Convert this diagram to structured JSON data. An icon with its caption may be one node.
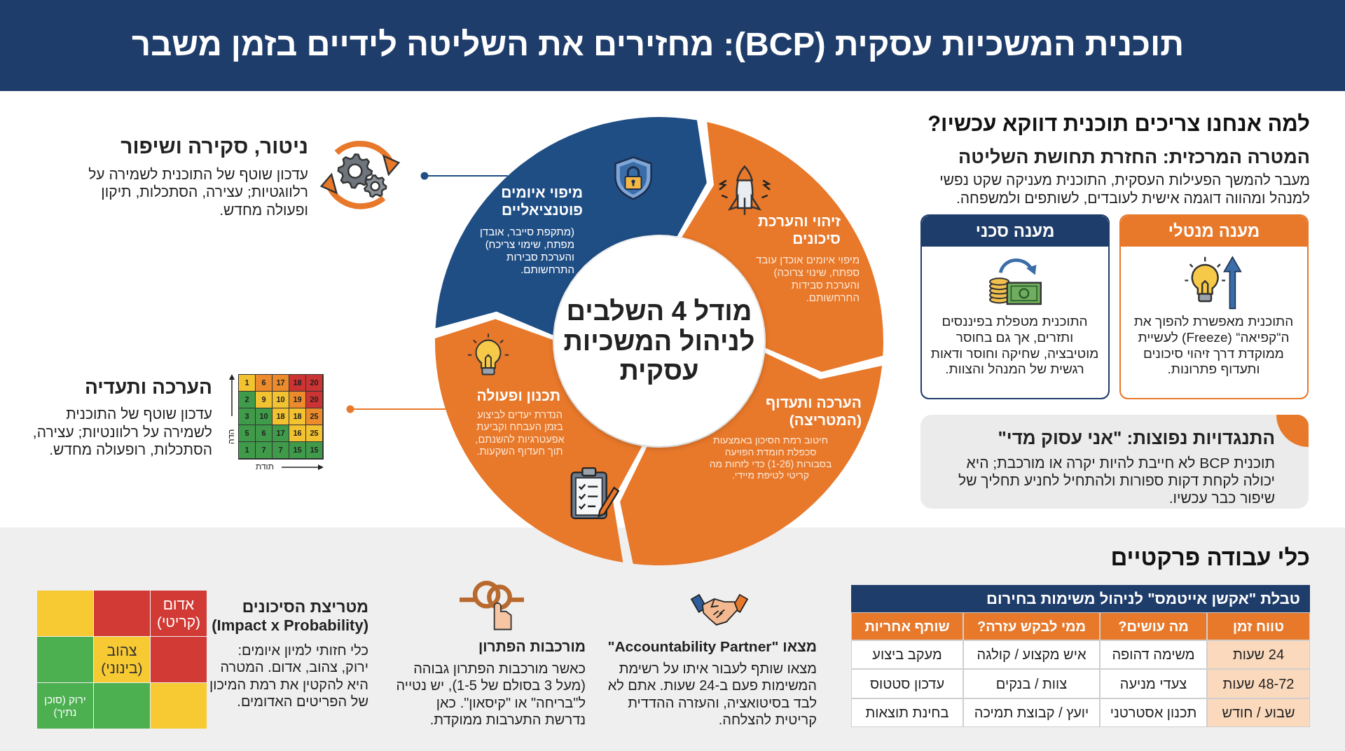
{
  "diagram": {
    "title": "תוכנית המשכיות עסקית (BCP): מחזירים את השליטה לידיים בזמן משבר",
    "nodes": [
      {
        "text": [
          "מיפוי איומים פוטנציאליים",
          "(מתקפת סייבר, אובדן מפתח, שימוי צריכח) והערכת סבירות התרחשותם."
        ]
      },
      {
        "text": [
          "זיהוי והערכת סיכונים",
          "מיפוי איומים אוכדן עובד ספתח, שינוי צרוכה) והערכת סבידות החרחשותם."
        ]
      },
      {
        "text": [
          "הערכה ותעדוף (המטריצה)",
          "חיטוב רמת הסיכון באמצעות סכפלת חומדת הפויעה בסבורות (1-26) כדי לזחות מה קריטי לטיפת מיידי."
        ]
      },
      {
        "text": [
          "תכנון ופעולה",
          "הנדרת יעדים לביצוע בזמן העבחח וקביעת אפעטרגיות להשנתם, תוך חעדוף השקעות."
        ]
      },
      {
        "text": [
          "מודל 4 השלבים לניהול המשכיות עסקית"
        ]
      },
      {
        "text": [
          "ניטור, סקירה ושיפור",
          "עדכון שוטף של התוכנית לשמירה על רלווגטיות; עצירה, הסתכלות, תיקון ופעולה מחדש."
        ]
      },
      {
        "text": [
          "הערכה ותעדיה",
          "עדכון שוטף של התוכנית לשמירה על רלוונטיות; עצירה, הסתכלות, רופעולה מחדש."
        ]
      },
      {
        "text": [
          "מענה מנטלי",
          "התוכנית מאפשרת להפוך את ה“קפיאה“ (Freeze) לעשיית ממוקדת דרך זיהוי סיכונים ותעדוף פתרונות."
        ]
      },
      {
        "text": [
          "מענה סכני",
          "התוכנית מטפלת בפיננסים ותזרים, אך גם בחוסר מוטיבציה, שחיקה וחוסר ודאות רגשית של המנהל והצוות."
        ]
      },
      {
        "text": [
          "התנגדויות נפוצות: \"אני עסוק מדי\"",
          "תוכנית BCP לא חייבת להיות יקרה או מורכבת; היא יכולה לקחת דקות ספורות ולהתחיל לחניע תחליך של שיפור כבר עכשיו."
        ]
      }
    ],
    "edges": [
      {
        "from": 5,
        "to": 0,
        "arrow": "other",
        "color": "#1f4e85"
      },
      {
        "from": 6,
        "to": 3,
        "arrow": "other",
        "color": "#e8782a"
      }
    ],
    "labels": [
      "למה אנחנו צריכים תוכנית דווקא עכשיו?",
      "המטרה המרכזית: החזרת תחושת השליטה",
      "מעבר להמשך הפעילות העסקית, התוכנית מעניקה שקט נפשי למנהל ומהווה דוגמה אישית לעובדים, לשותפים ולמשפחה.",
      "כלי עבודה פרקטיים",
      "טבלת \"אקשן אייטמס\" לניהול משימות בחירום",
      "טווח זמן",
      "מה עושים?",
      "ממי לבקש עזרה?",
      "שותף אחריות",
      "24 שעות",
      "משימה דהופה",
      "איש מקצוע / קולגה",
      "מעקב ביצוע",
      "48-72 שעות",
      "צעדי מניעה",
      "צוות / בנקים",
      "עדכון סטטוס",
      "שבוע / חודש",
      "תכנון אסטרטני",
      "יועץ / קבוצת תמיכה",
      "בחינת תוצאות",
      "מצאו \"Accountability Partner\"",
      "מצאו שותף לעבור איתו על רשימת המשימות פעם ב-24 שעות. אתם לא לבד בסיטואציה, והעזרה ההדדית קריטית להצלחה.",
      "מורכבות הפתרון",
      "כאשר מורכבות הפתרון גבוהה (מעל 3 בסולם של 1-5), יש נטייה ל\"בריחה\" או \"קיסאון\". כאן נדרשת התערבות ממוקדת.",
      "מטריצת הסיכונים",
      "(Impact x Probability)",
      "כלי חזותי למיון איומים: ירוק, צהוב, אדום. המטרה היא להקטין את רמת המיכון של הפריטים האדומים.",
      "אדום (קריטי)",
      "צהוב (בינוני)",
      "ירוק (סוכן נתיך)",
      "1",
      "6",
      "17",
      "18",
      "20",
      "2",
      "9",
      "10",
      "19",
      "20",
      "3",
      "10",
      "18",
      "18",
      "25",
      "5",
      "6",
      "17",
      "16",
      "25",
      "1",
      "7",
      "7",
      "15",
      "15",
      "הדה",
      "תודת"
    ]
  }
}
